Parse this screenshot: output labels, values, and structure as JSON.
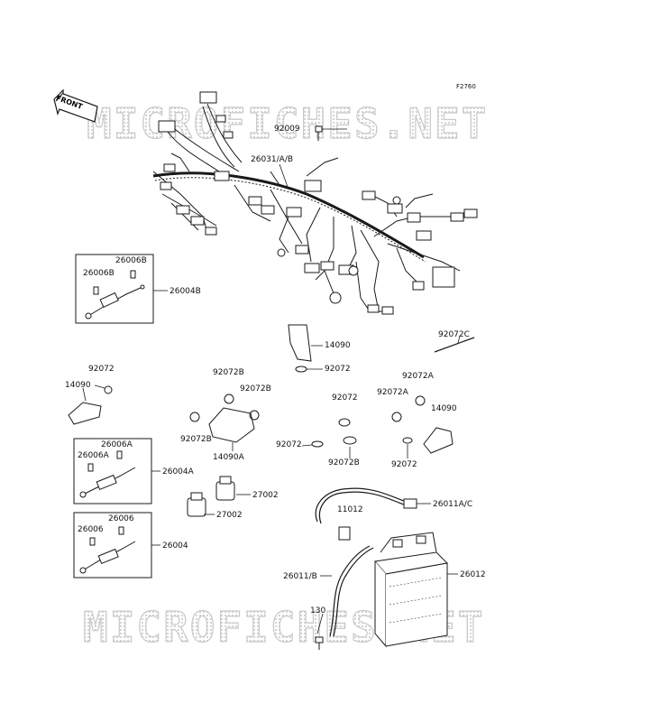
{
  "figure_code": "F2760",
  "front_label": "FRONT",
  "watermark": "MICROFICHES.NET",
  "labels": {
    "l_92009": "92009",
    "l_26031": "26031/A/B",
    "l_26006B_a": "26006B",
    "l_26006B_b": "26006B",
    "l_26004B": "26004B",
    "l_14090_top": "14090",
    "l_92072_mid": "92072",
    "l_92072C": "92072C",
    "l_92072_left": "92072",
    "l_14090_left": "14090",
    "l_92072B_a": "92072B",
    "l_92072B_b": "92072B",
    "l_92072B_c": "92072B",
    "l_14090A": "14090A",
    "l_92072_c1": "92072",
    "l_92072_c2": "92072",
    "l_92072B_c3": "92072B",
    "l_92072A_a": "92072A",
    "l_92072A_b": "92072A",
    "l_14090_right": "14090",
    "l_92072_right": "92072",
    "l_26006A_a": "26006A",
    "l_26006A_b": "26006A",
    "l_26004A": "26004A",
    "l_27002_a": "27002",
    "l_27002_b": "27002",
    "l_11012": "11012",
    "l_26011AC": "26011A/C",
    "l_26006_a": "26006",
    "l_26006_b": "26006",
    "l_26004": "26004",
    "l_26011B": "26011/B",
    "l_26012": "26012",
    "l_130": "130"
  },
  "colors": {
    "line": "#1a1a1a",
    "watermark": "#c9c9c9"
  }
}
